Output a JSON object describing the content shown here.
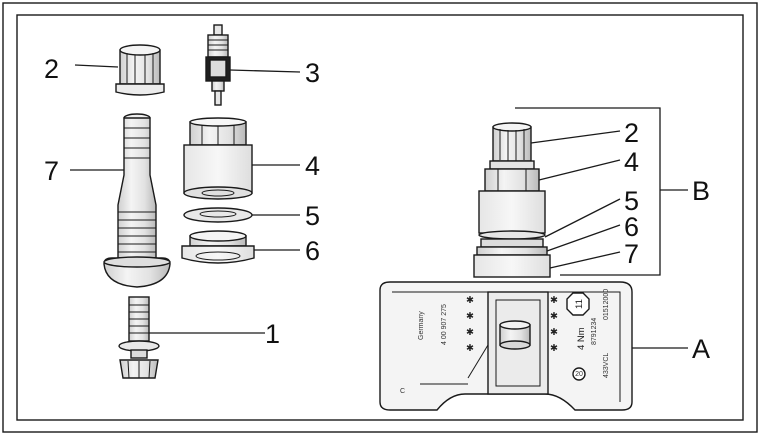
{
  "callouts": {
    "left_cap": "2",
    "left_core": "3",
    "left_stem": "7",
    "left_nut": "4",
    "left_washer": "5",
    "left_grommet": "6",
    "left_screw": "1",
    "right_cap": "2",
    "right_nut": "4",
    "right_washer": "5",
    "right_grommet": "6",
    "right_stem": "7",
    "assembly": "B",
    "sensor": "A"
  },
  "sensor_markings": {
    "maker": "Germany",
    "part_no": "4 00 907 275",
    "torque": "4 Nm",
    "code1": "8791234",
    "code2": "01512000",
    "code3": "433VCL",
    "circle_number": "11",
    "battery_symbol": "20",
    "corner_mark": "C"
  }
}
